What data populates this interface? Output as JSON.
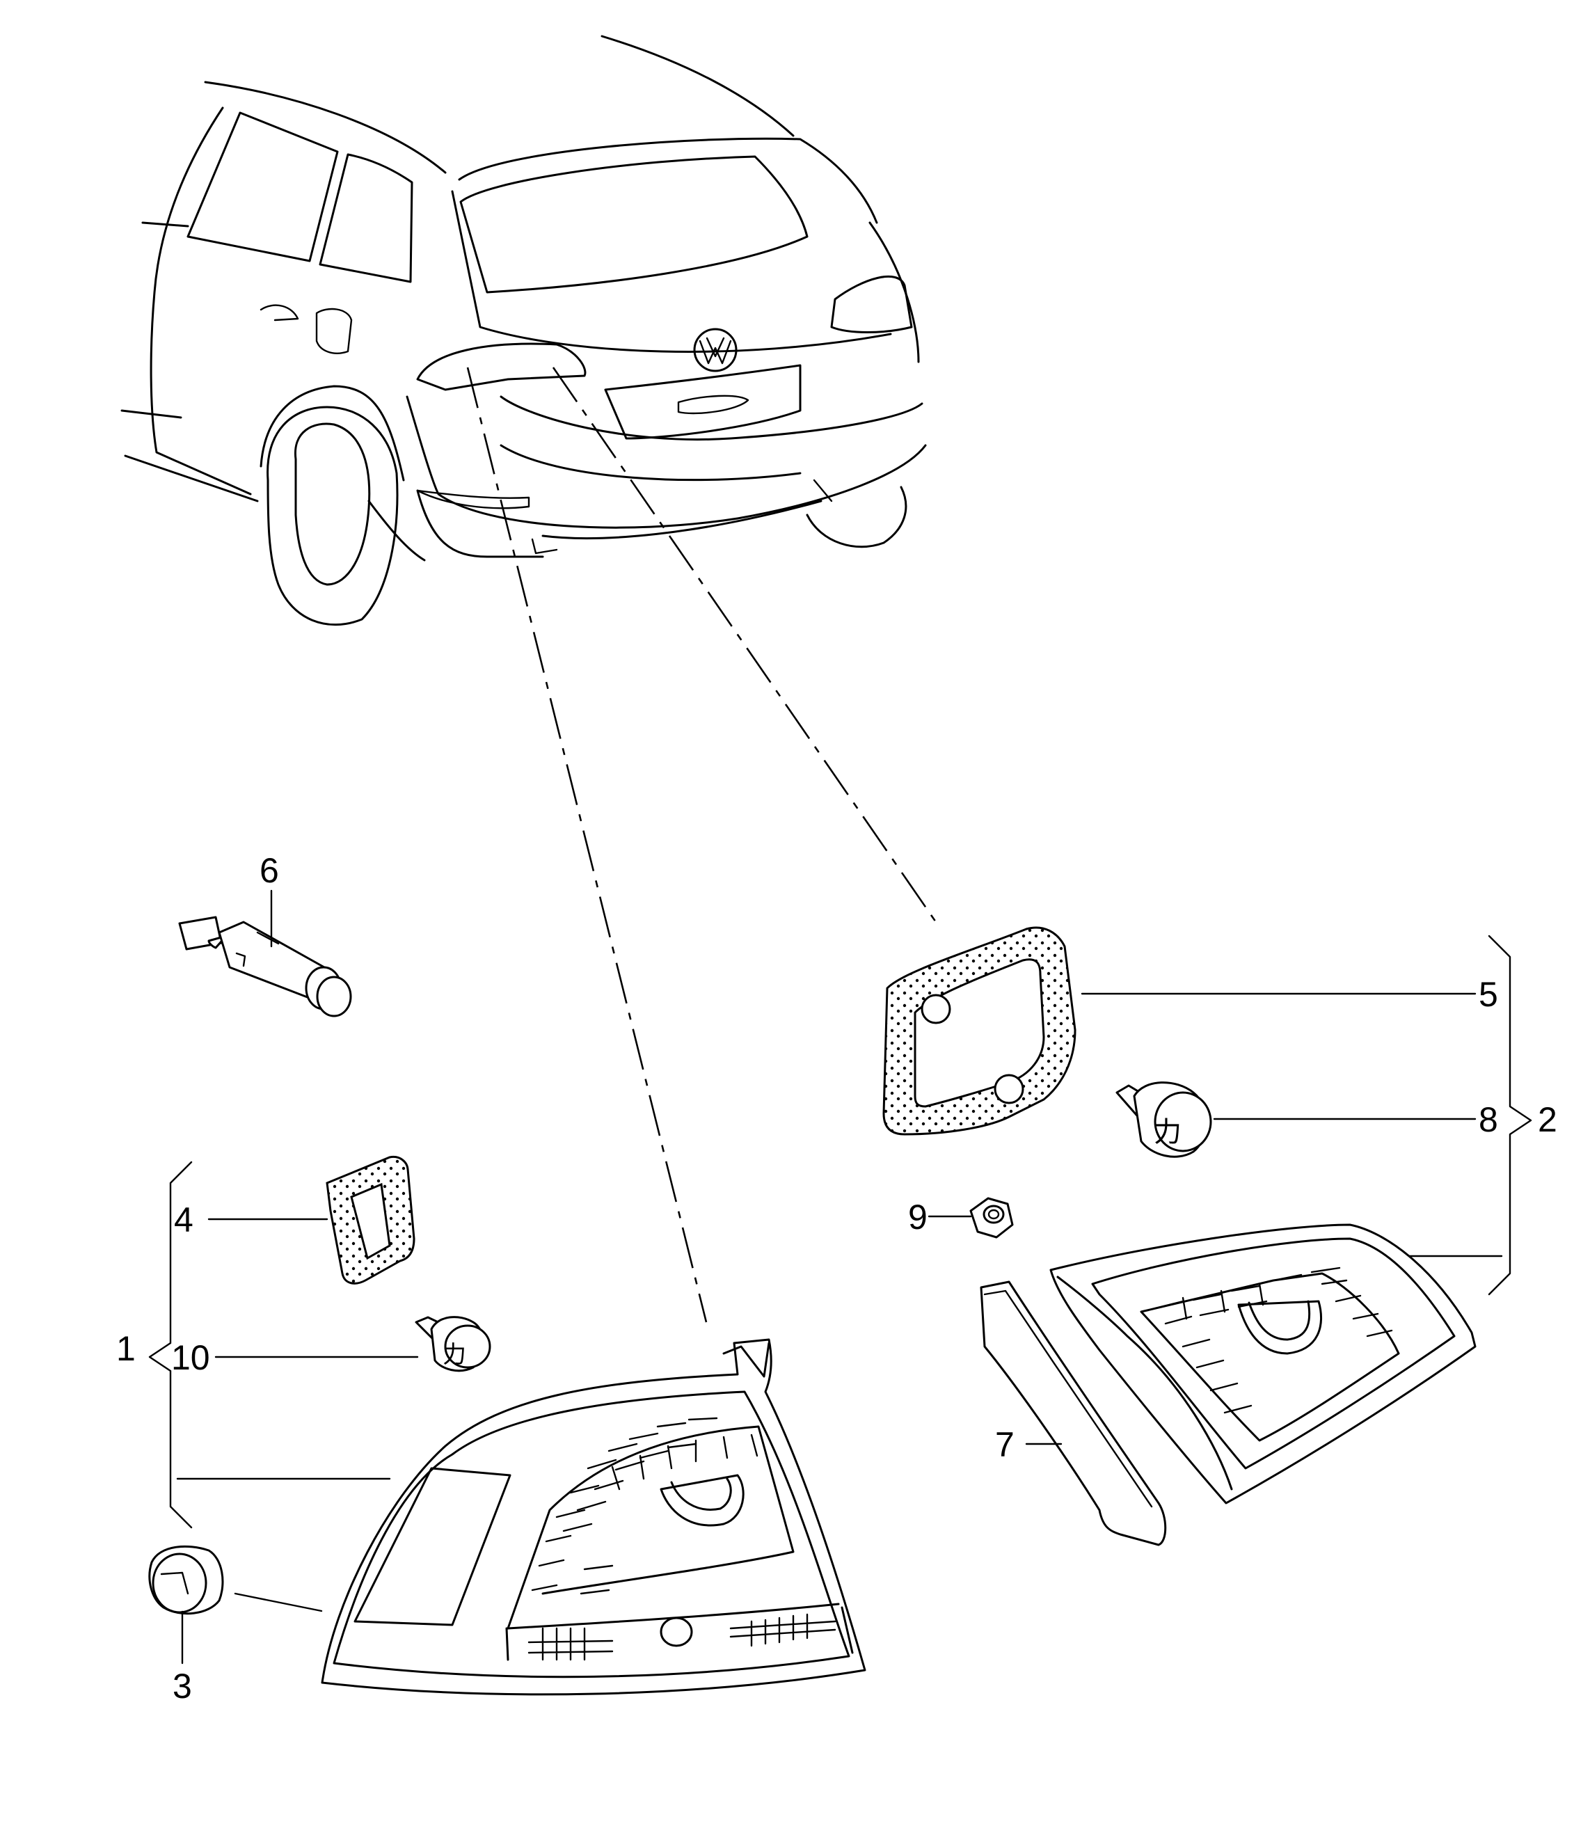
{
  "callouts": [
    {
      "id": "c1",
      "text": "1"
    },
    {
      "id": "c2",
      "text": "2"
    },
    {
      "id": "c3",
      "text": "3"
    },
    {
      "id": "c4",
      "text": "4"
    },
    {
      "id": "c5",
      "text": "5"
    },
    {
      "id": "c6",
      "text": "6"
    },
    {
      "id": "c7",
      "text": "7"
    },
    {
      "id": "c8",
      "text": "8"
    },
    {
      "id": "c9",
      "text": "9"
    },
    {
      "id": "c10",
      "text": "10"
    }
  ],
  "bulb_marking": "力"
}
